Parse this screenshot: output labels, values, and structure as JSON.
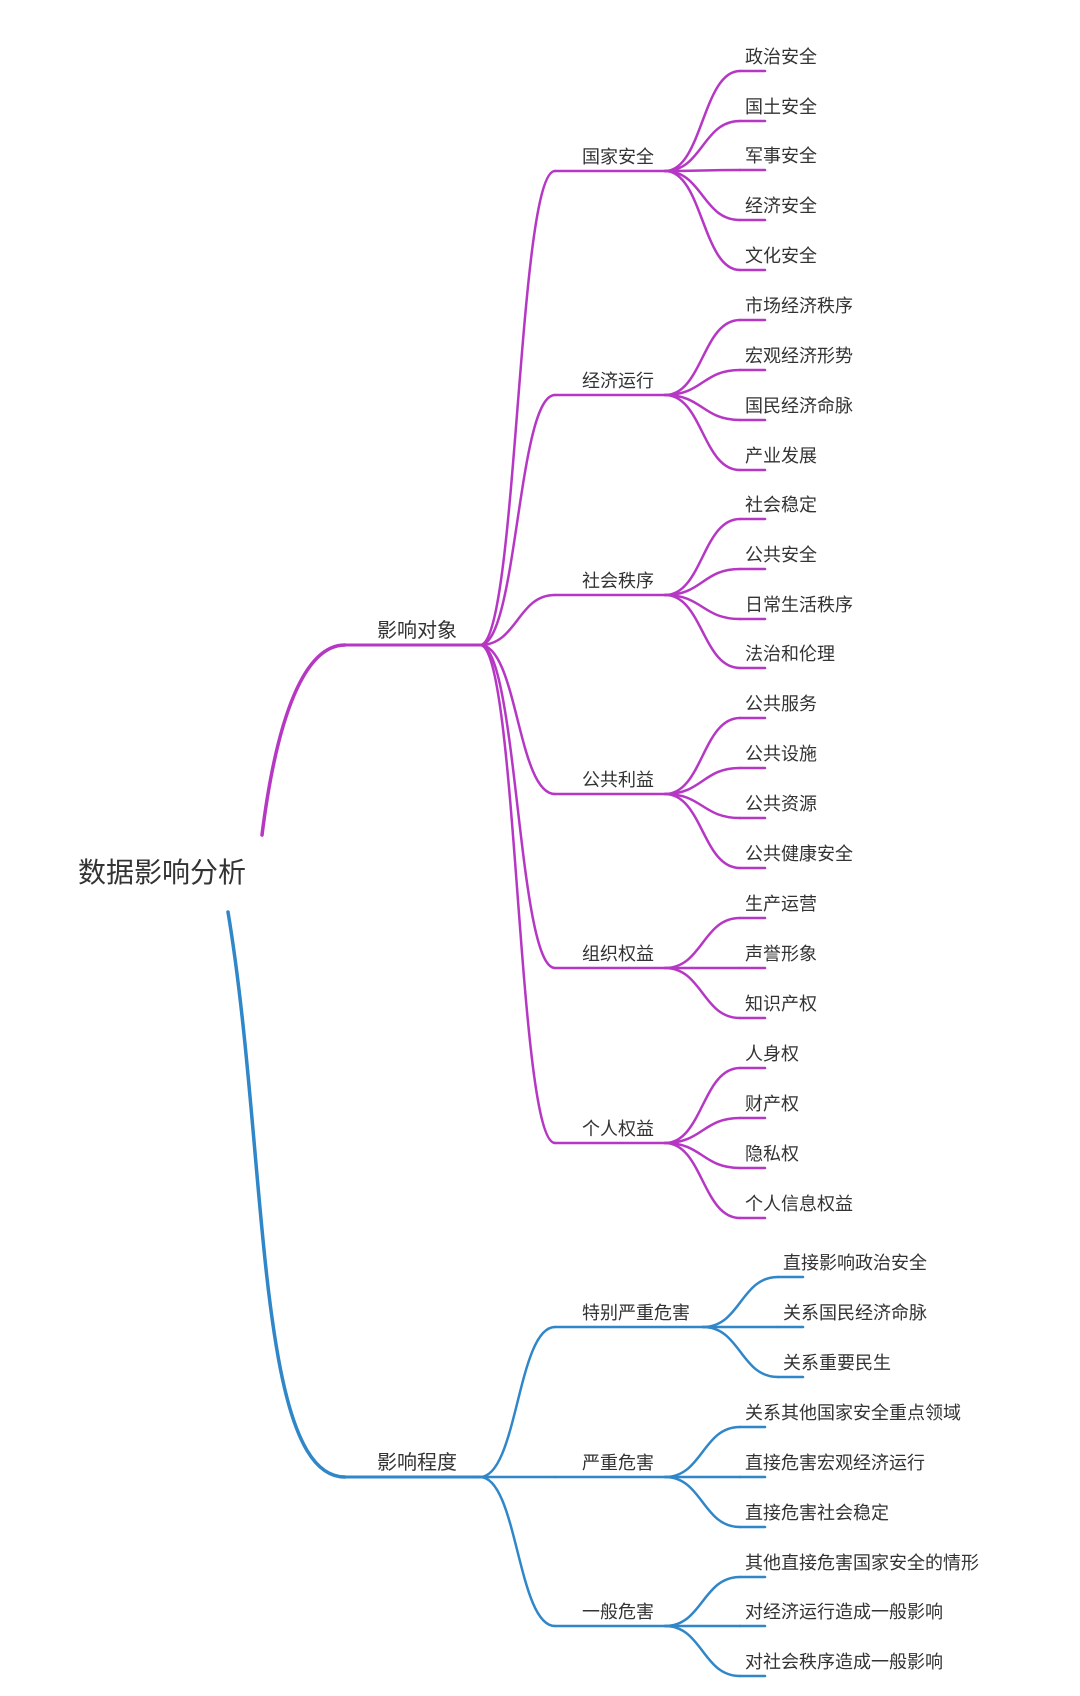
{
  "root": "数据影响分析",
  "colors": {
    "objects": "#b537c4",
    "degree": "#2f86c8"
  },
  "branches": [
    {
      "label": "影响对象",
      "color_key": "objects",
      "children": [
        {
          "label": "国家安全",
          "children": [
            "政治安全",
            "国土安全",
            "军事安全",
            "经济安全",
            "文化安全"
          ]
        },
        {
          "label": "经济运行",
          "children": [
            "市场经济秩序",
            "宏观经济形势",
            "国民经济命脉",
            "产业发展"
          ]
        },
        {
          "label": "社会秩序",
          "children": [
            "社会稳定",
            "公共安全",
            "日常生活秩序",
            "法治和伦理"
          ]
        },
        {
          "label": "公共利益",
          "children": [
            "公共服务",
            "公共设施",
            "公共资源",
            "公共健康安全"
          ]
        },
        {
          "label": "组织权益",
          "children": [
            "生产运营",
            "声誉形象",
            "知识产权"
          ]
        },
        {
          "label": "个人权益",
          "children": [
            "人身权",
            "财产权",
            "隐私权",
            "个人信息权益"
          ]
        }
      ]
    },
    {
      "label": "影响程度",
      "color_key": "degree",
      "children": [
        {
          "label": "特别严重危害",
          "children": [
            "直接影响政治安全",
            "关系国民经济命脉",
            "关系重要民生"
          ]
        },
        {
          "label": "严重危害",
          "children": [
            "关系其他国家安全重点领域",
            "直接危害宏观经济运行",
            "直接危害社会稳定"
          ]
        },
        {
          "label": "一般危害",
          "children": [
            "其他直接危害国家安全的情形",
            "对经济运行造成一般影响",
            "对社会秩序造成一般影响"
          ]
        }
      ]
    }
  ]
}
